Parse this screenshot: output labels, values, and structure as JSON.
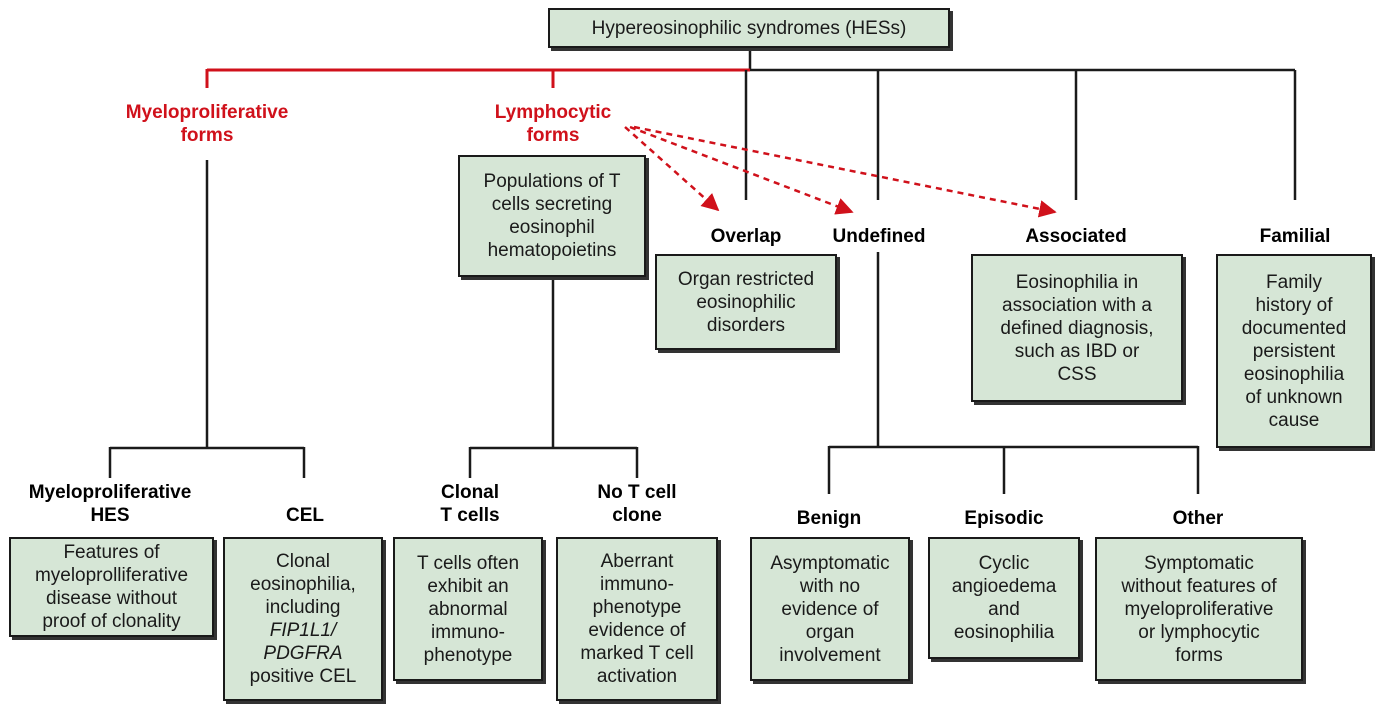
{
  "colors": {
    "box_fill": "#d6e6d6",
    "accent_red": "#d0111b",
    "line": "#1a1a1a"
  },
  "root": {
    "text": "Hypereosinophilic syndromes (HESs)"
  },
  "categories": {
    "myeloproliferative": {
      "lines": [
        "Myeloproliferative",
        "forms"
      ]
    },
    "lymphocytic": {
      "lines": [
        "Lymphocytic",
        "forms"
      ]
    },
    "overlap": {
      "label": "Overlap"
    },
    "undefined": {
      "label": "Undefined"
    },
    "associated": {
      "label": "Associated"
    },
    "familial": {
      "label": "Familial"
    }
  },
  "boxes": {
    "lymphocytic": [
      "Populations of T",
      "cells secreting",
      "eosinophil",
      "hematopoietins"
    ],
    "overlap": [
      "Organ restricted",
      "eosinophilic",
      "disorders"
    ],
    "associated": [
      "Eosinophilia in",
      "association with a",
      "defined diagnosis,",
      "such as IBD or",
      "CSS"
    ],
    "familial": [
      "Family",
      "history of",
      "documented",
      "persistent",
      "eosinophilia",
      "of unknown",
      "cause"
    ]
  },
  "subtypes": {
    "myelo_hes": {
      "label_lines": [
        "Myeloproliferative",
        "HES"
      ],
      "box": [
        "Features of",
        "myeloprolliferative",
        "disease without",
        "proof of clonality"
      ]
    },
    "cel": {
      "label_lines": [
        "CEL"
      ],
      "box": [
        "Clonal",
        "eosinophilia,",
        "including",
        "FIP1L1/",
        "PDGFRA",
        "positive CEL"
      ]
    },
    "clonal_t": {
      "label_lines": [
        "Clonal",
        "T cells"
      ],
      "box": [
        "T cells often",
        "exhibit an",
        "abnormal",
        "immuno-",
        "phenotype"
      ]
    },
    "no_t_clone": {
      "label_lines": [
        "No T cell",
        "clone"
      ],
      "box": [
        "Aberrant",
        "immuno-",
        "phenotype",
        "evidence of",
        "marked T cell",
        "activation"
      ]
    },
    "benign": {
      "label_lines": [
        "Benign"
      ],
      "box": [
        "Asymptomatic",
        "with no",
        "evidence of",
        "organ",
        "involvement"
      ]
    },
    "episodic": {
      "label_lines": [
        "Episodic"
      ],
      "box": [
        "Cyclic",
        "angioedema",
        "and",
        "eosinophilia"
      ]
    },
    "other": {
      "label_lines": [
        "Other"
      ],
      "box": [
        "Symptomatic",
        "without features of",
        "myeloproliferative",
        "or lymphocytic",
        "forms"
      ]
    }
  }
}
